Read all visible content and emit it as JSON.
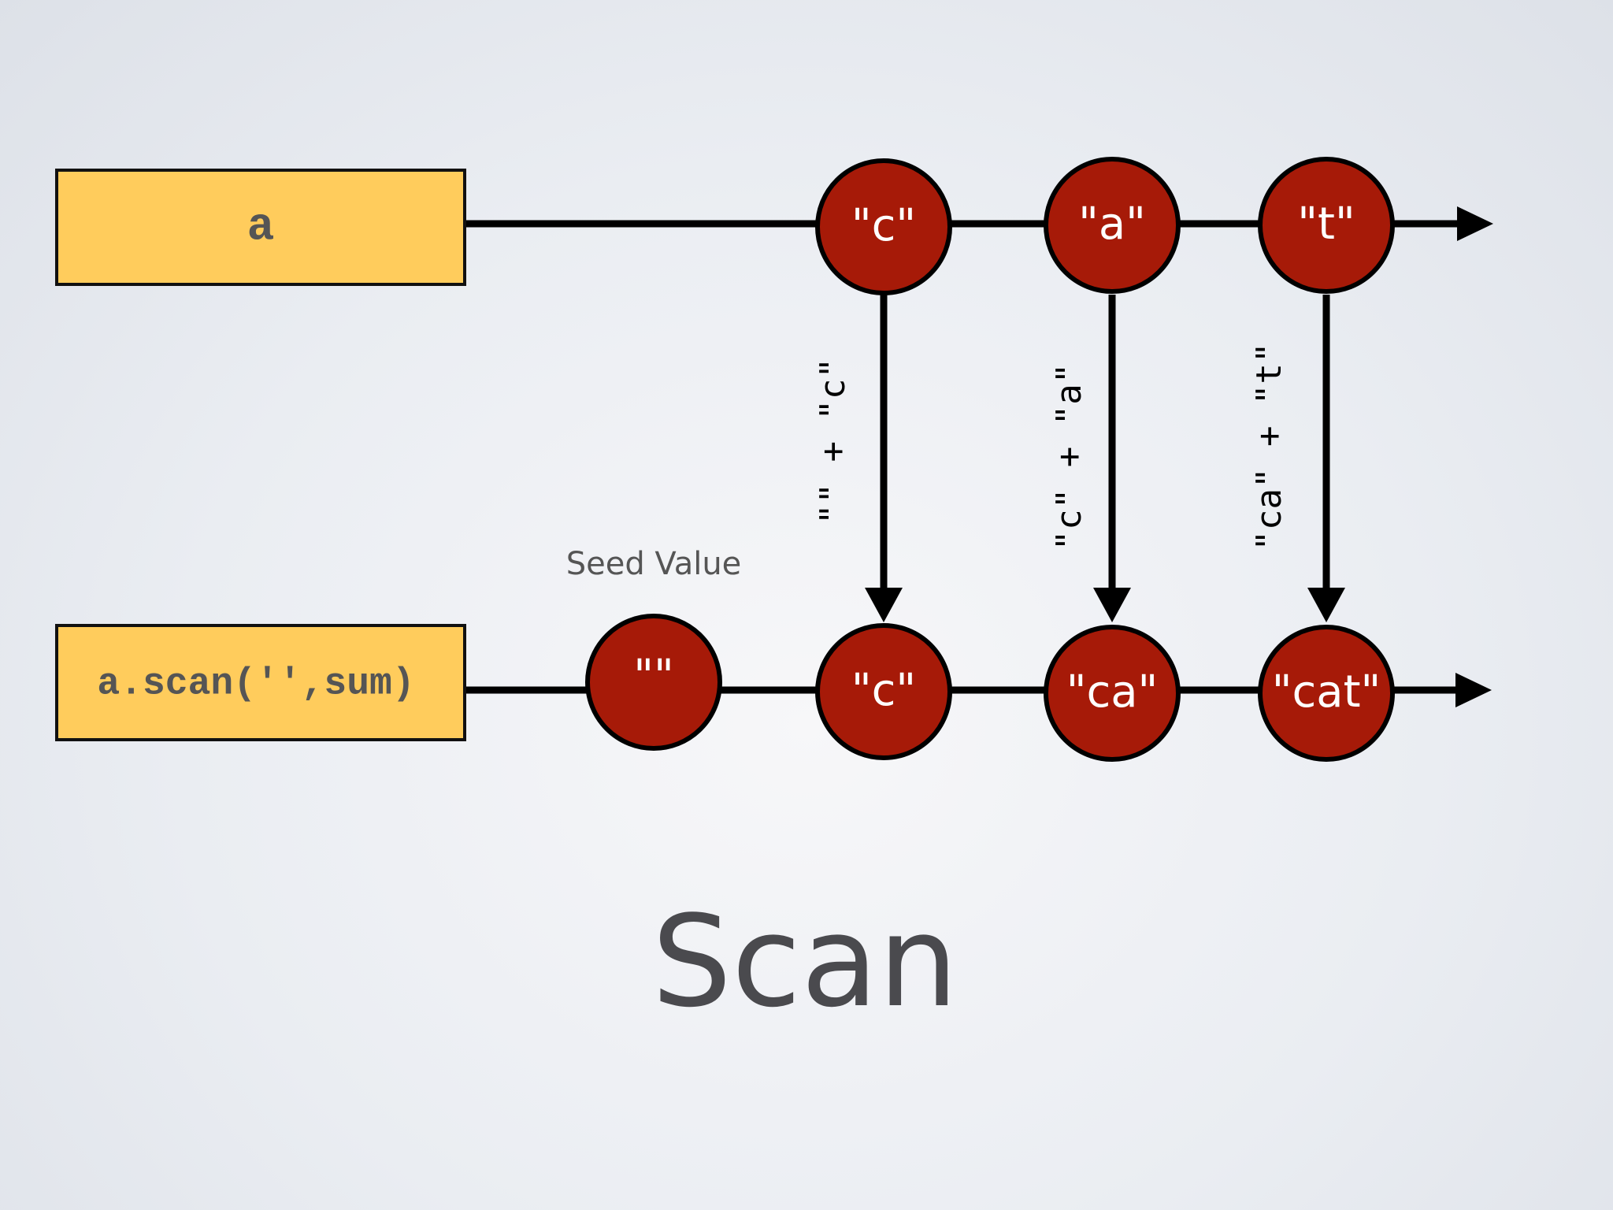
{
  "title": "Scan",
  "seed_label": "Seed Value",
  "streams": {
    "input": {
      "label": "a",
      "marbles": [
        "\"c\"",
        "\"a\"",
        "\"t\""
      ]
    },
    "output": {
      "label": "a.scan('',sum)",
      "seed": "\"\"",
      "marbles": [
        "\"c\"",
        "\"ca\"",
        "\"cat\""
      ]
    }
  },
  "operations": [
    "\"\" + \"c\"",
    "\"c\" + \"a\"",
    "\"ca\" + \"t\""
  ],
  "colors": {
    "box_fill": "#ffcc5c",
    "marble_fill": "#a61a08",
    "line": "#000000"
  }
}
